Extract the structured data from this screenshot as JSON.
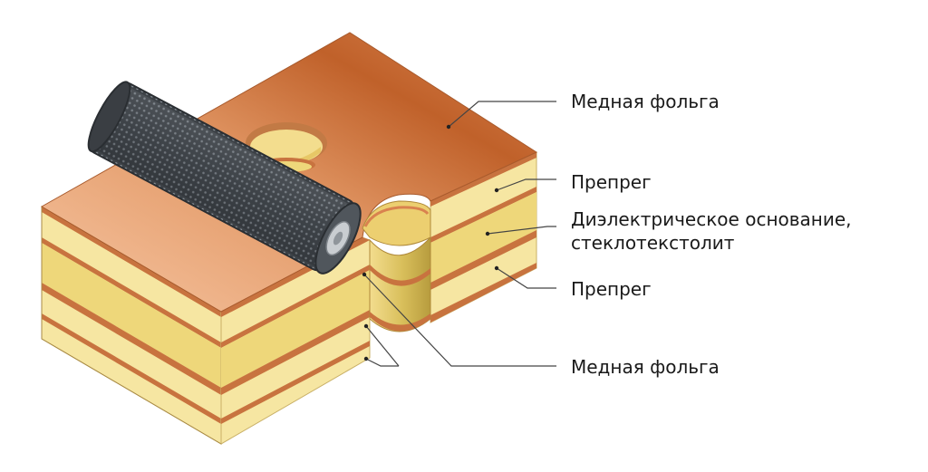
{
  "labels": {
    "copper_top": "Медная фольга",
    "prepreg_top": "Препрег",
    "dielectric_line1": "Диэлектрическое основание,",
    "dielectric_line2": "стеклотекстолит",
    "prepreg_bottom": "Препрег",
    "copper_inner": "Медная фольга"
  },
  "colors": {
    "copper": "#d9824f",
    "copper_dark": "#b9602f",
    "prepreg": "#f6e6a2",
    "dielectric": "#eed77a",
    "roller": "#4a4f55",
    "leader": "#444444"
  }
}
